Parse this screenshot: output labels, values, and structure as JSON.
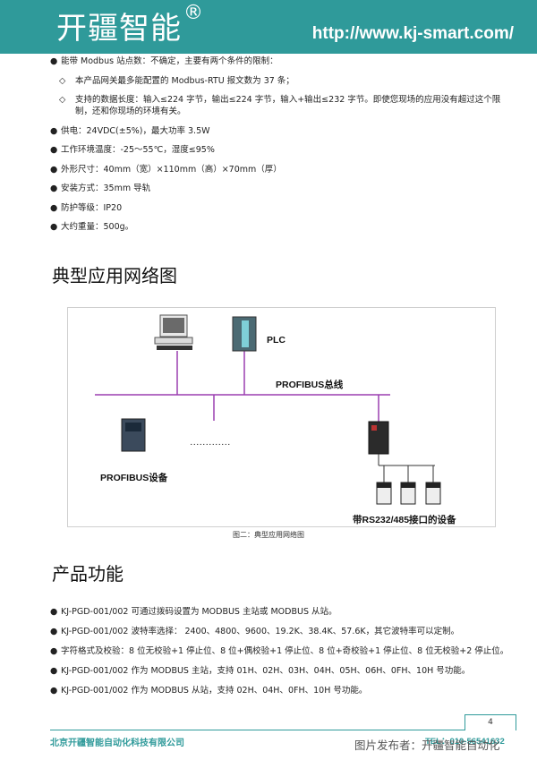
{
  "header": {
    "brand": "开疆智能",
    "brand_mark": "®",
    "url": "http://www.kj-smart.com/"
  },
  "specs": {
    "items": [
      "能带 Modbus 站点数：不确定，主要有两个条件的限制：",
      "本产品网关最多能配置的 Modbus-RTU 报文数为 37 条；",
      "支持的数据长度：输入≤224 字节，输出≤224 字节，输入+输出≤232 字节。即使您现场的应用没有超过这个限制，还和你现场的环境有关。",
      "供电：24VDC(±5%)，最大功率 3.5W",
      "工作环境温度：-25～55℃，湿度≤95%",
      "外形尺寸：40mm（宽）×110mm（高）×70mm（厚）",
      "安装方式：35mm 导轨",
      "防护等级：IP20",
      "大约重量：500g。"
    ]
  },
  "network": {
    "title": "典型应用网络图",
    "plc_label": "PLC",
    "bus_label": "PROFIBUS总线",
    "dots_label": "·············",
    "device_label": "PROFIBUS设备",
    "rs_label": "带RS232/485接口的设备",
    "caption": "图二：典型应用网络图"
  },
  "functions": {
    "title": "产品功能",
    "items": [
      "KJ-PGD-001/002 可通过拨码设置为 MODBUS 主站或 MODBUS 从站。",
      "KJ-PGD-001/002 波特率选择： 2400、4800、9600、19.2K、38.4K、57.6K，其它波特率可以定制。",
      "字符格式及校验：8 位无校验+1 停止位、8 位+偶校验+1 停止位、8 位+奇校验+1 停止位、8 位无校验+2 停止位。",
      "KJ-PGD-001/002 作为 MODBUS 主站，支持 01H、02H、03H、04H、05H、06H、0FH、10H 号功能。",
      "KJ-PGD-001/002 作为 MODBUS 从站，支持 02H、04H、0FH、10H 号功能。"
    ]
  },
  "footer": {
    "page": "4",
    "company": "北京开疆智能自动化科技有限公司",
    "tel": "TEL：010-56541632",
    "watermark": "图片发布者：开疆智能自动化"
  },
  "symbols": {
    "bullet": "●",
    "diamond": "◇"
  }
}
